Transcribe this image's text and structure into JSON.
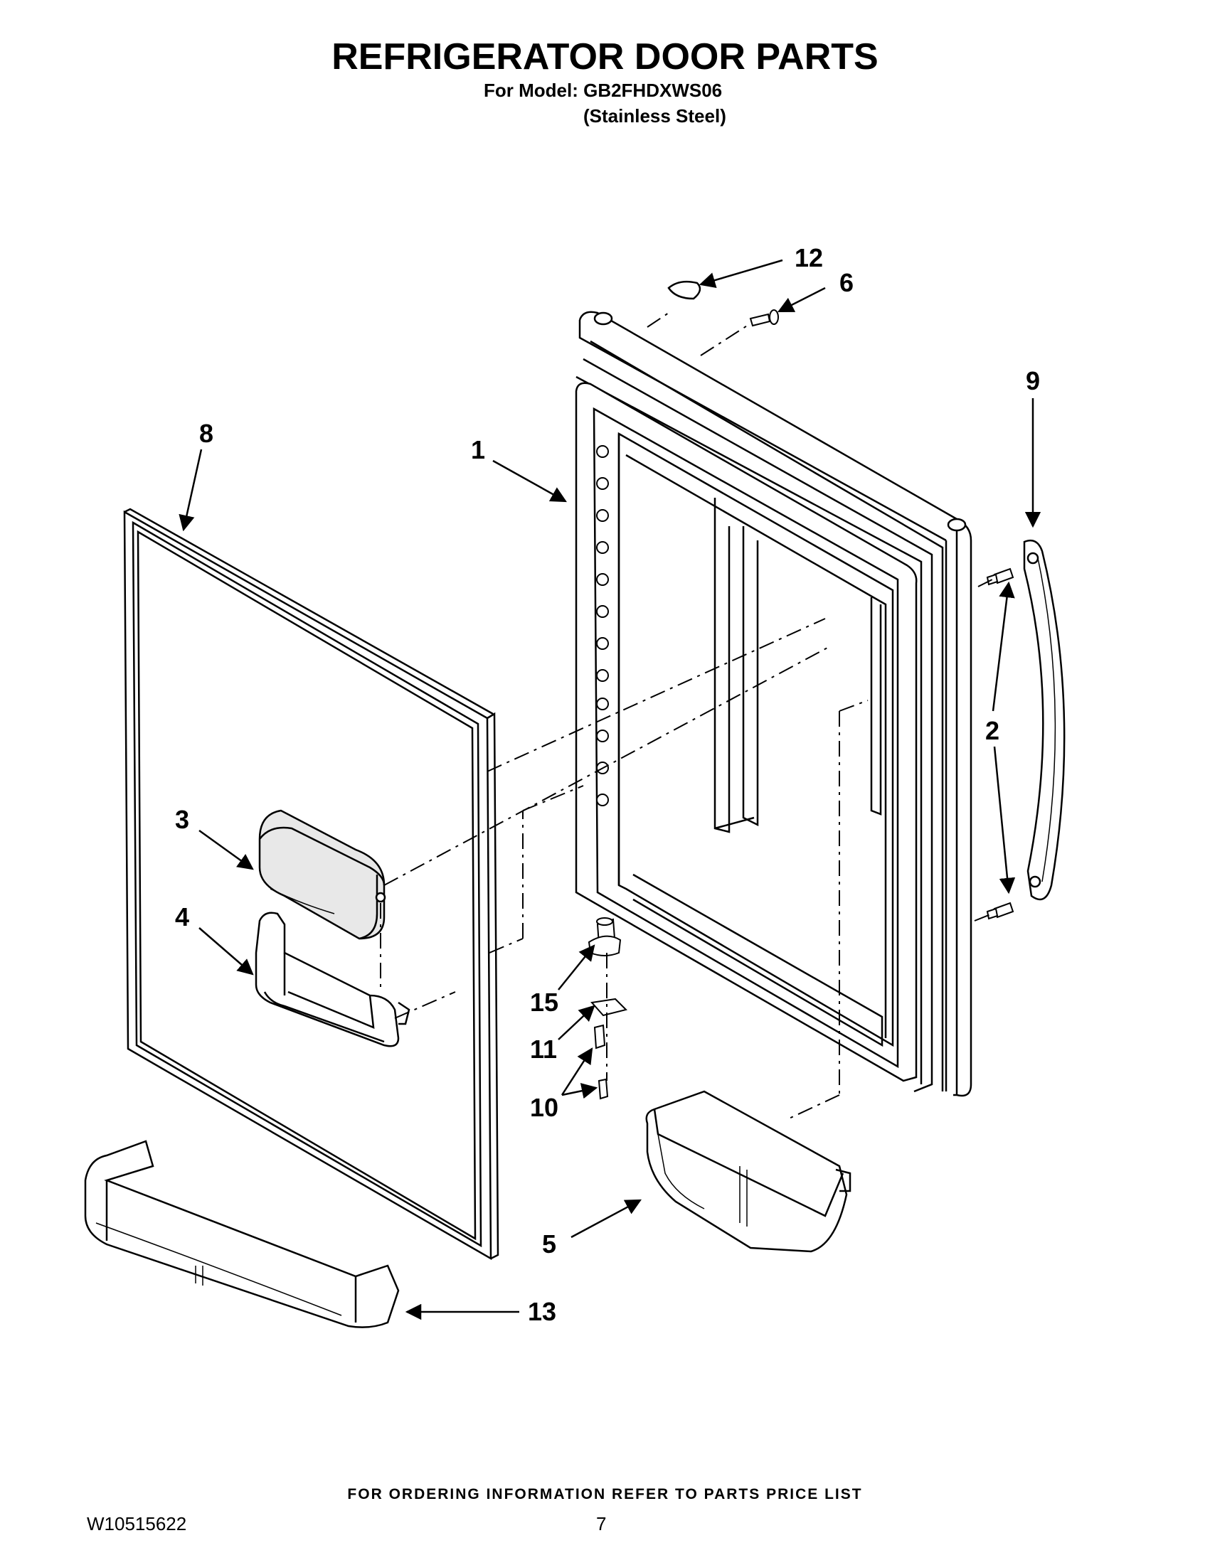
{
  "header": {
    "title": "REFRIGERATOR DOOR PARTS",
    "model_line": "For Model: GB2FHDXWS06",
    "finish_line": "(Stainless Steel)"
  },
  "callouts": {
    "c1": "1",
    "c2": "2",
    "c3": "3",
    "c4": "4",
    "c5": "5",
    "c6": "6",
    "c8": "8",
    "c9": "9",
    "c10": "10",
    "c11": "11",
    "c12": "12",
    "c13": "13",
    "c15": "15"
  },
  "footer": {
    "ordering_note": "FOR ORDERING INFORMATION REFER TO PARTS PRICE LIST",
    "document_number": "W10515622",
    "page_number": "7"
  }
}
